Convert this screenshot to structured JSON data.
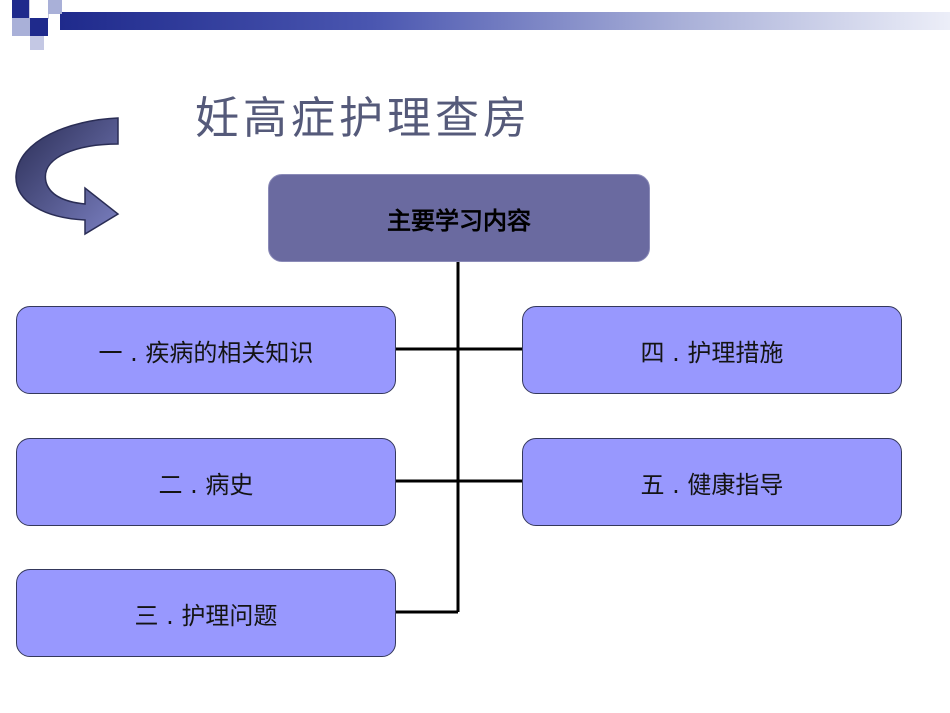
{
  "slide": {
    "title": "妊高症护理查房"
  },
  "diagram": {
    "root": "主要学习内容",
    "left_items": [
      "一 . 疾病的相关知识",
      "二 . 病史",
      "三 . 护理问题"
    ],
    "right_items": [
      "四 . 护理措施",
      "五 . 健康指导"
    ]
  },
  "colors": {
    "root_fill": "#6a6aa0",
    "child_fill": "#9898fe",
    "connector": "#000000",
    "title_text": "#555a7a"
  }
}
